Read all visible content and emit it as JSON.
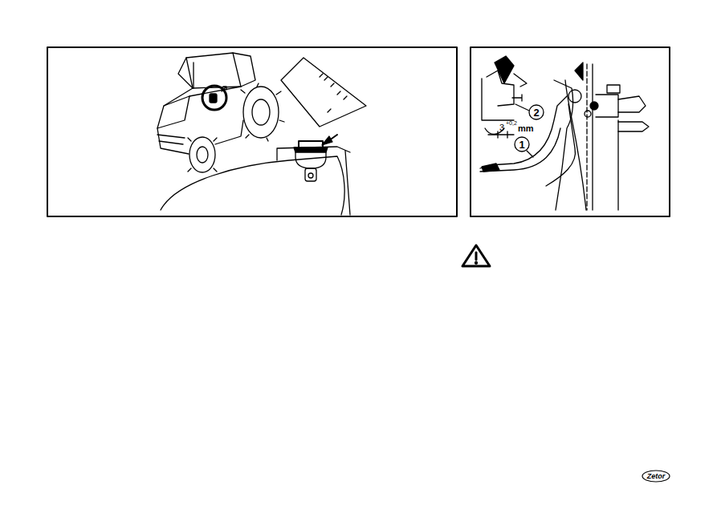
{
  "diagram": {
    "labels": [
      "1",
      "2",
      "3",
      "+0,2",
      "mm",
      "Zetor"
    ]
  }
}
